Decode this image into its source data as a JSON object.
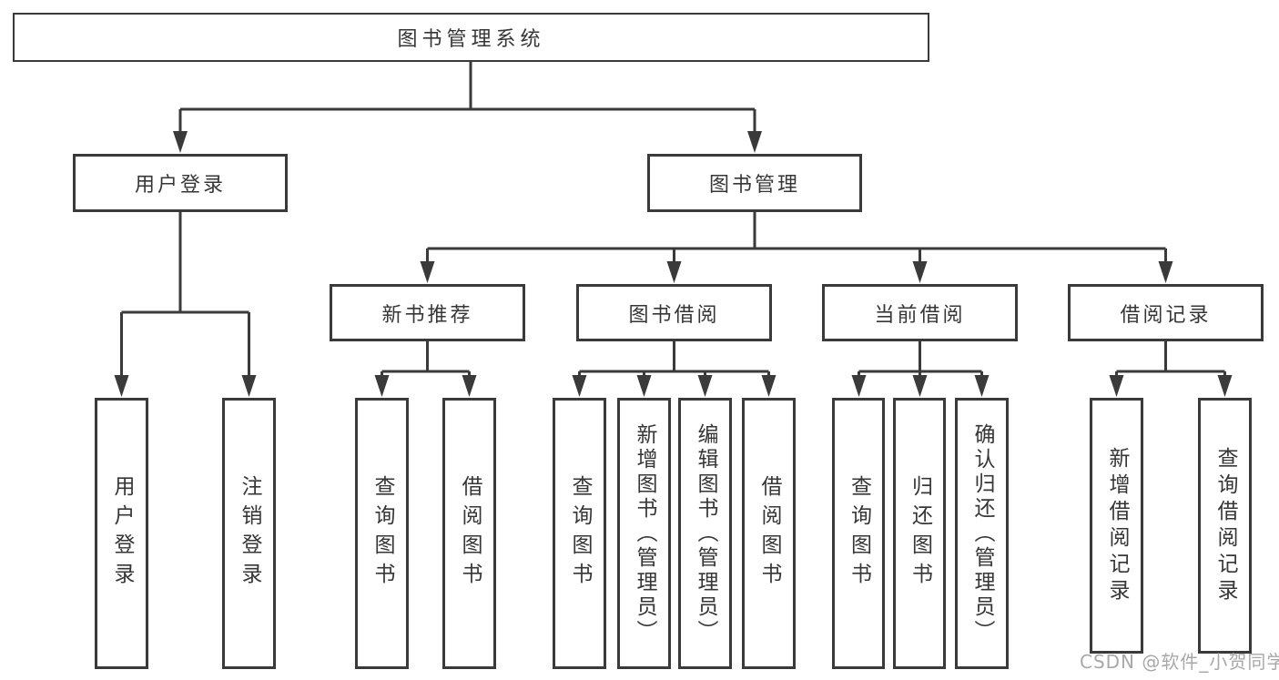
{
  "diagram": {
    "title": "图书管理系统",
    "branches": [
      {
        "label": "用户登录",
        "children": [
          {
            "label": "用户登录"
          },
          {
            "label": "注销登录"
          }
        ]
      },
      {
        "label": "图书管理",
        "children": [
          {
            "label": "新书推荐",
            "children": [
              {
                "label": "查询图书"
              },
              {
                "label": "借阅图书"
              }
            ]
          },
          {
            "label": "图书借阅",
            "children": [
              {
                "label": "查询图书"
              },
              {
                "label": "新增图书（管理员）"
              },
              {
                "label": "编辑图书（管理员）"
              },
              {
                "label": "借阅图书"
              }
            ]
          },
          {
            "label": "当前借阅",
            "children": [
              {
                "label": "查询图书"
              },
              {
                "label": "归还图书"
              },
              {
                "label": "确认归还（管理员）"
              }
            ]
          },
          {
            "label": "借阅记录",
            "children": [
              {
                "label": "新增借阅记录"
              },
              {
                "label": "查询借阅记录"
              }
            ]
          }
        ]
      }
    ]
  },
  "watermark": "CSDN @软件_小贺同学",
  "colors": {
    "line": "#3a3a3a",
    "text": "#363636",
    "watermark": "#a8a8a8",
    "background": "#ffffff"
  }
}
